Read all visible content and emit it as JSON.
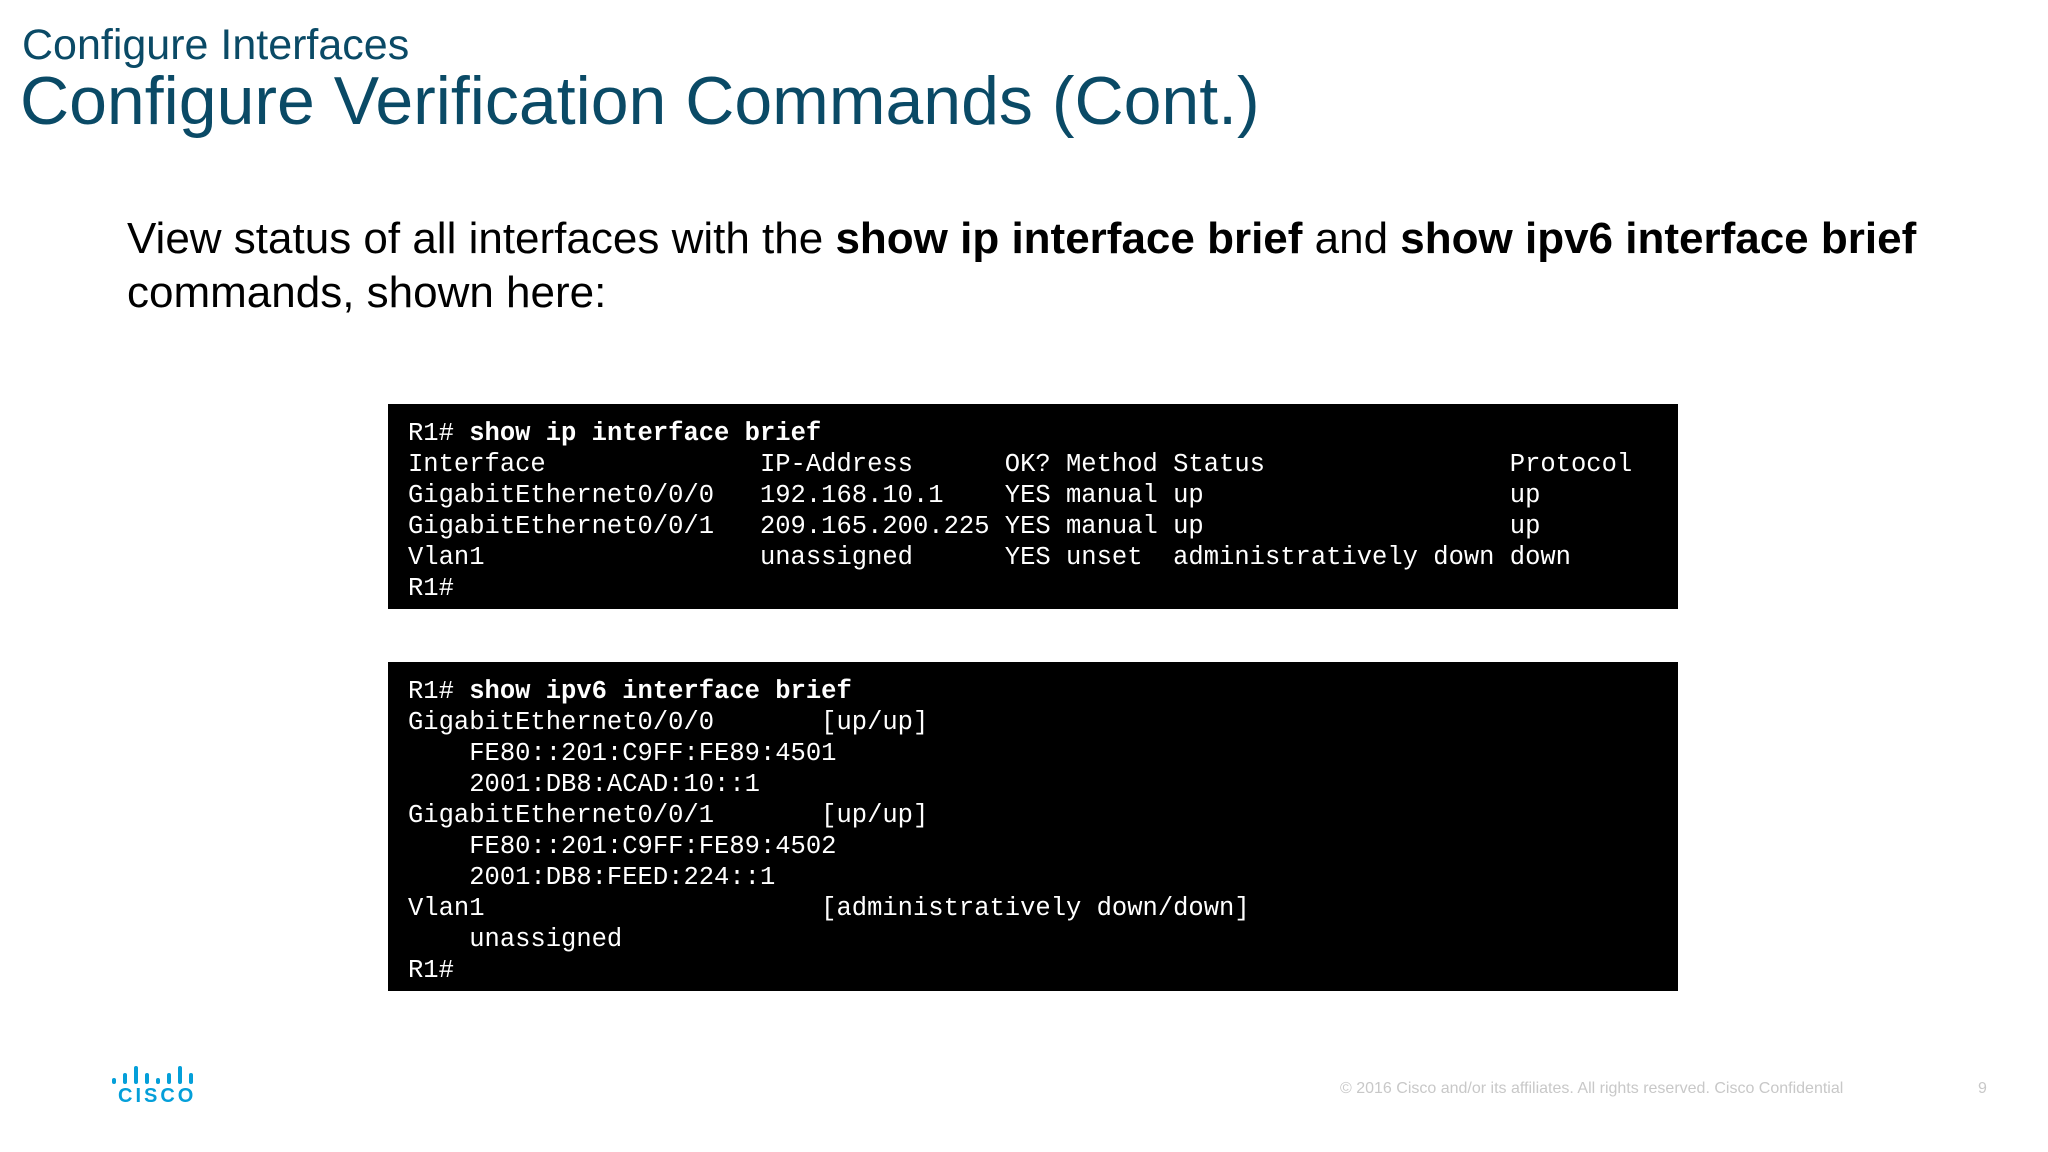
{
  "header": {
    "subtitle": "Configure Interfaces",
    "title": "Configure Verification Commands (Cont.)"
  },
  "intro": {
    "part1": "View status of all interfaces with the ",
    "bold1": "show ip interface brief",
    "part2": " and ",
    "bold2": "show ipv6 interface brief",
    "part3": " commands, shown here:"
  },
  "terminal1": {
    "prompt": "R1# ",
    "command": "show ip interface brief",
    "output": "Interface              IP-Address      OK? Method Status                Protocol\nGigabitEthernet0/0/0   192.168.10.1    YES manual up                    up\nGigabitEthernet0/0/1   209.165.200.225 YES manual up                    up\nVlan1                  unassigned      YES unset  administratively down down\nR1#"
  },
  "terminal2": {
    "prompt": "R1# ",
    "command": "show ipv6 interface brief",
    "output": "GigabitEthernet0/0/0       [up/up]\n    FE80::201:C9FF:FE89:4501\n    2001:DB8:ACAD:10::1\nGigabitEthernet0/0/1       [up/up]\n    FE80::201:C9FF:FE89:4502\n    2001:DB8:FEED:224::1\nVlan1                      [administratively down/down]\n    unassigned\nR1#"
  },
  "footer": {
    "logo_text": "CISCO",
    "logo_icon": "cisco-logo-icon",
    "copyright": "© 2016  Cisco and/or its affiliates. All rights reserved.   Cisco Confidential",
    "page_number": "9"
  },
  "colors": {
    "title": "#0a4a66",
    "brand": "#049fd9",
    "terminal_bg": "#000000",
    "terminal_text": "#ffffff"
  }
}
